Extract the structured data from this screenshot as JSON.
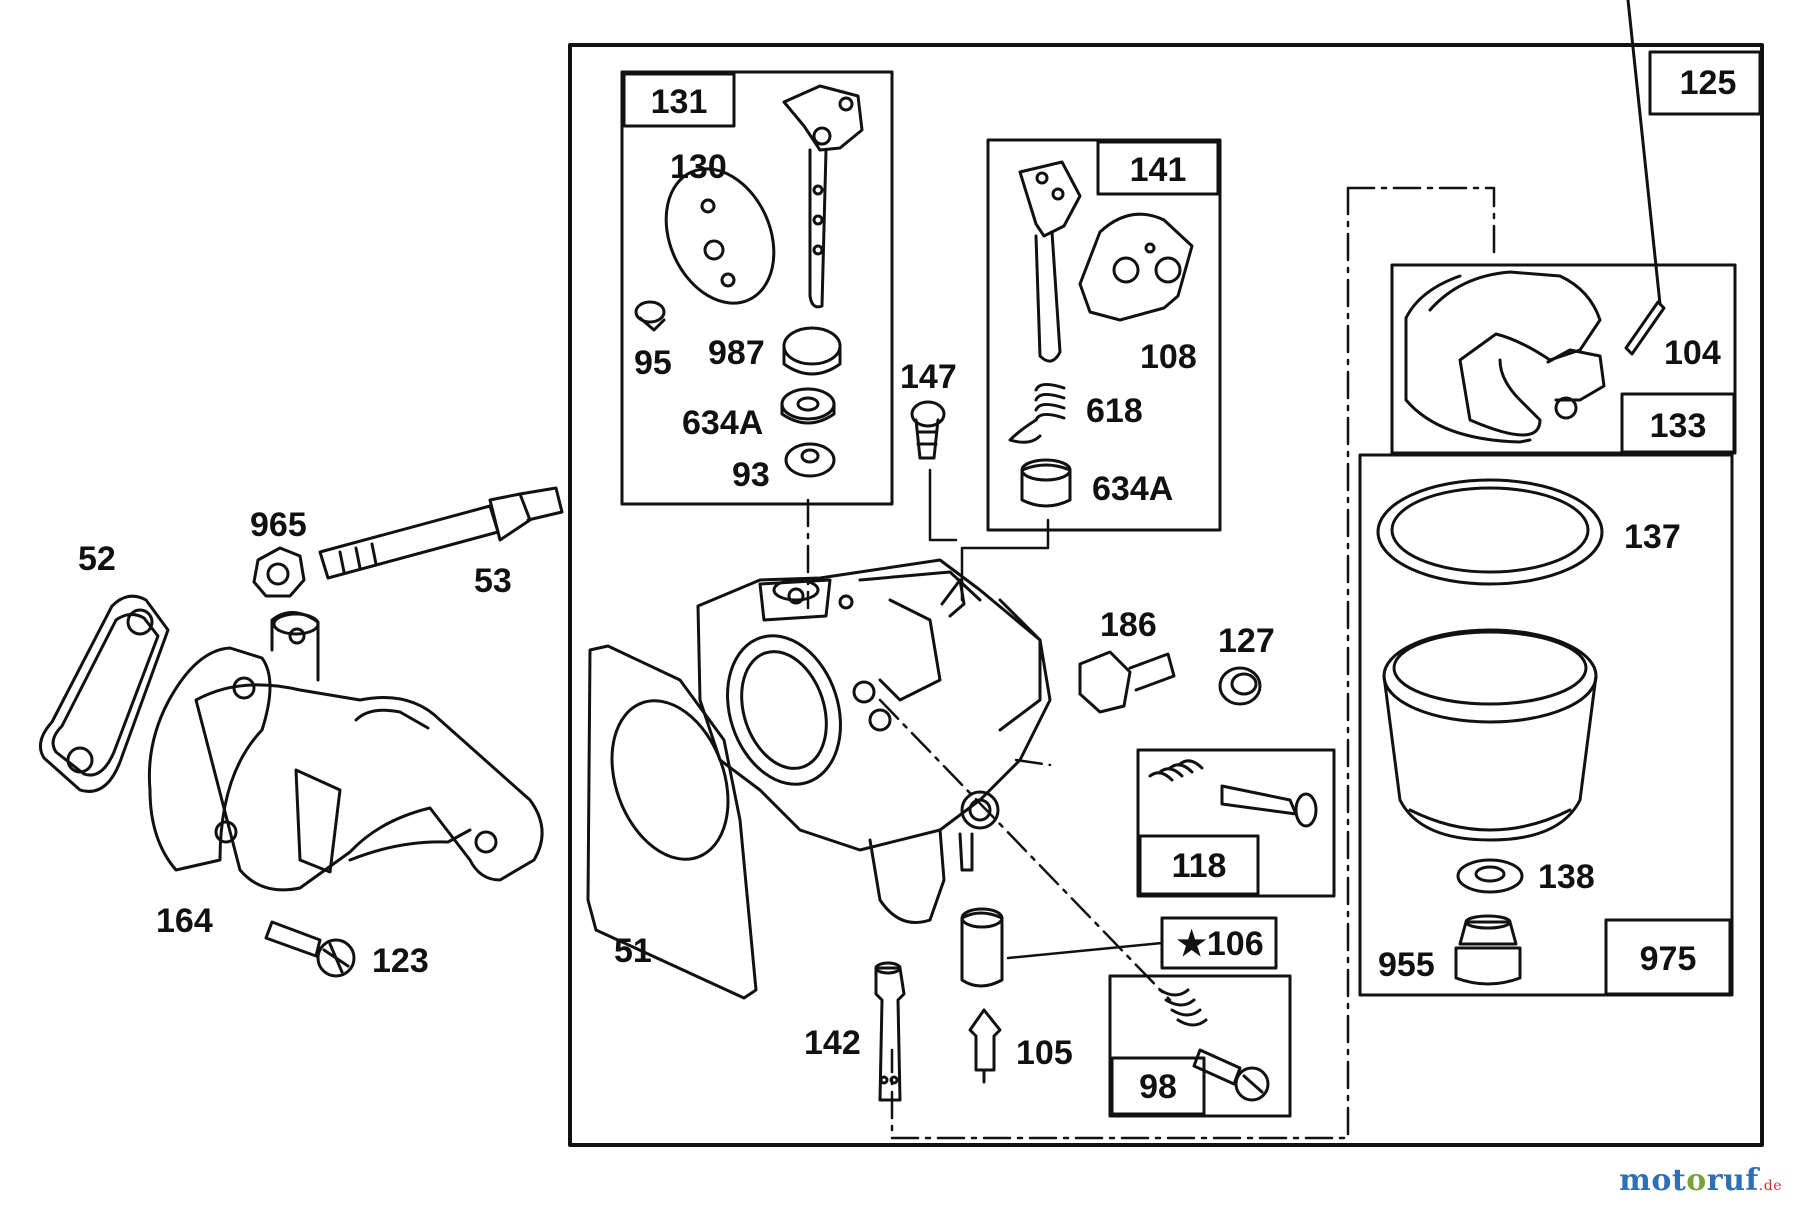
{
  "diagram": {
    "kit_boxes": {
      "main": "125",
      "throttle_kit": "131",
      "choke_kit": "141",
      "float_kit": "133",
      "bowl_kit": "975",
      "needle_kit": "118",
      "spring_kit": "98",
      "float_needle_kit": "★106"
    },
    "labels": {
      "p52": "52",
      "p965": "965",
      "p53": "53",
      "p164": "164",
      "p123": "123",
      "p51": "51",
      "p130": "130",
      "p95": "95",
      "p987": "987",
      "p634a_1": "634A",
      "p93": "93",
      "p147": "147",
      "p618": "618",
      "p108": "108",
      "p634a_2": "634A",
      "p186": "186",
      "p127": "127",
      "p104": "104",
      "p137": "137",
      "p138": "138",
      "p955": "955",
      "p142": "142",
      "p105": "105"
    },
    "colors": {
      "ink": "#111111",
      "paper": "#ffffff"
    }
  },
  "watermark": {
    "part1": "mot",
    "part2": "o",
    "part3": "ruf",
    "tld": ".de"
  }
}
